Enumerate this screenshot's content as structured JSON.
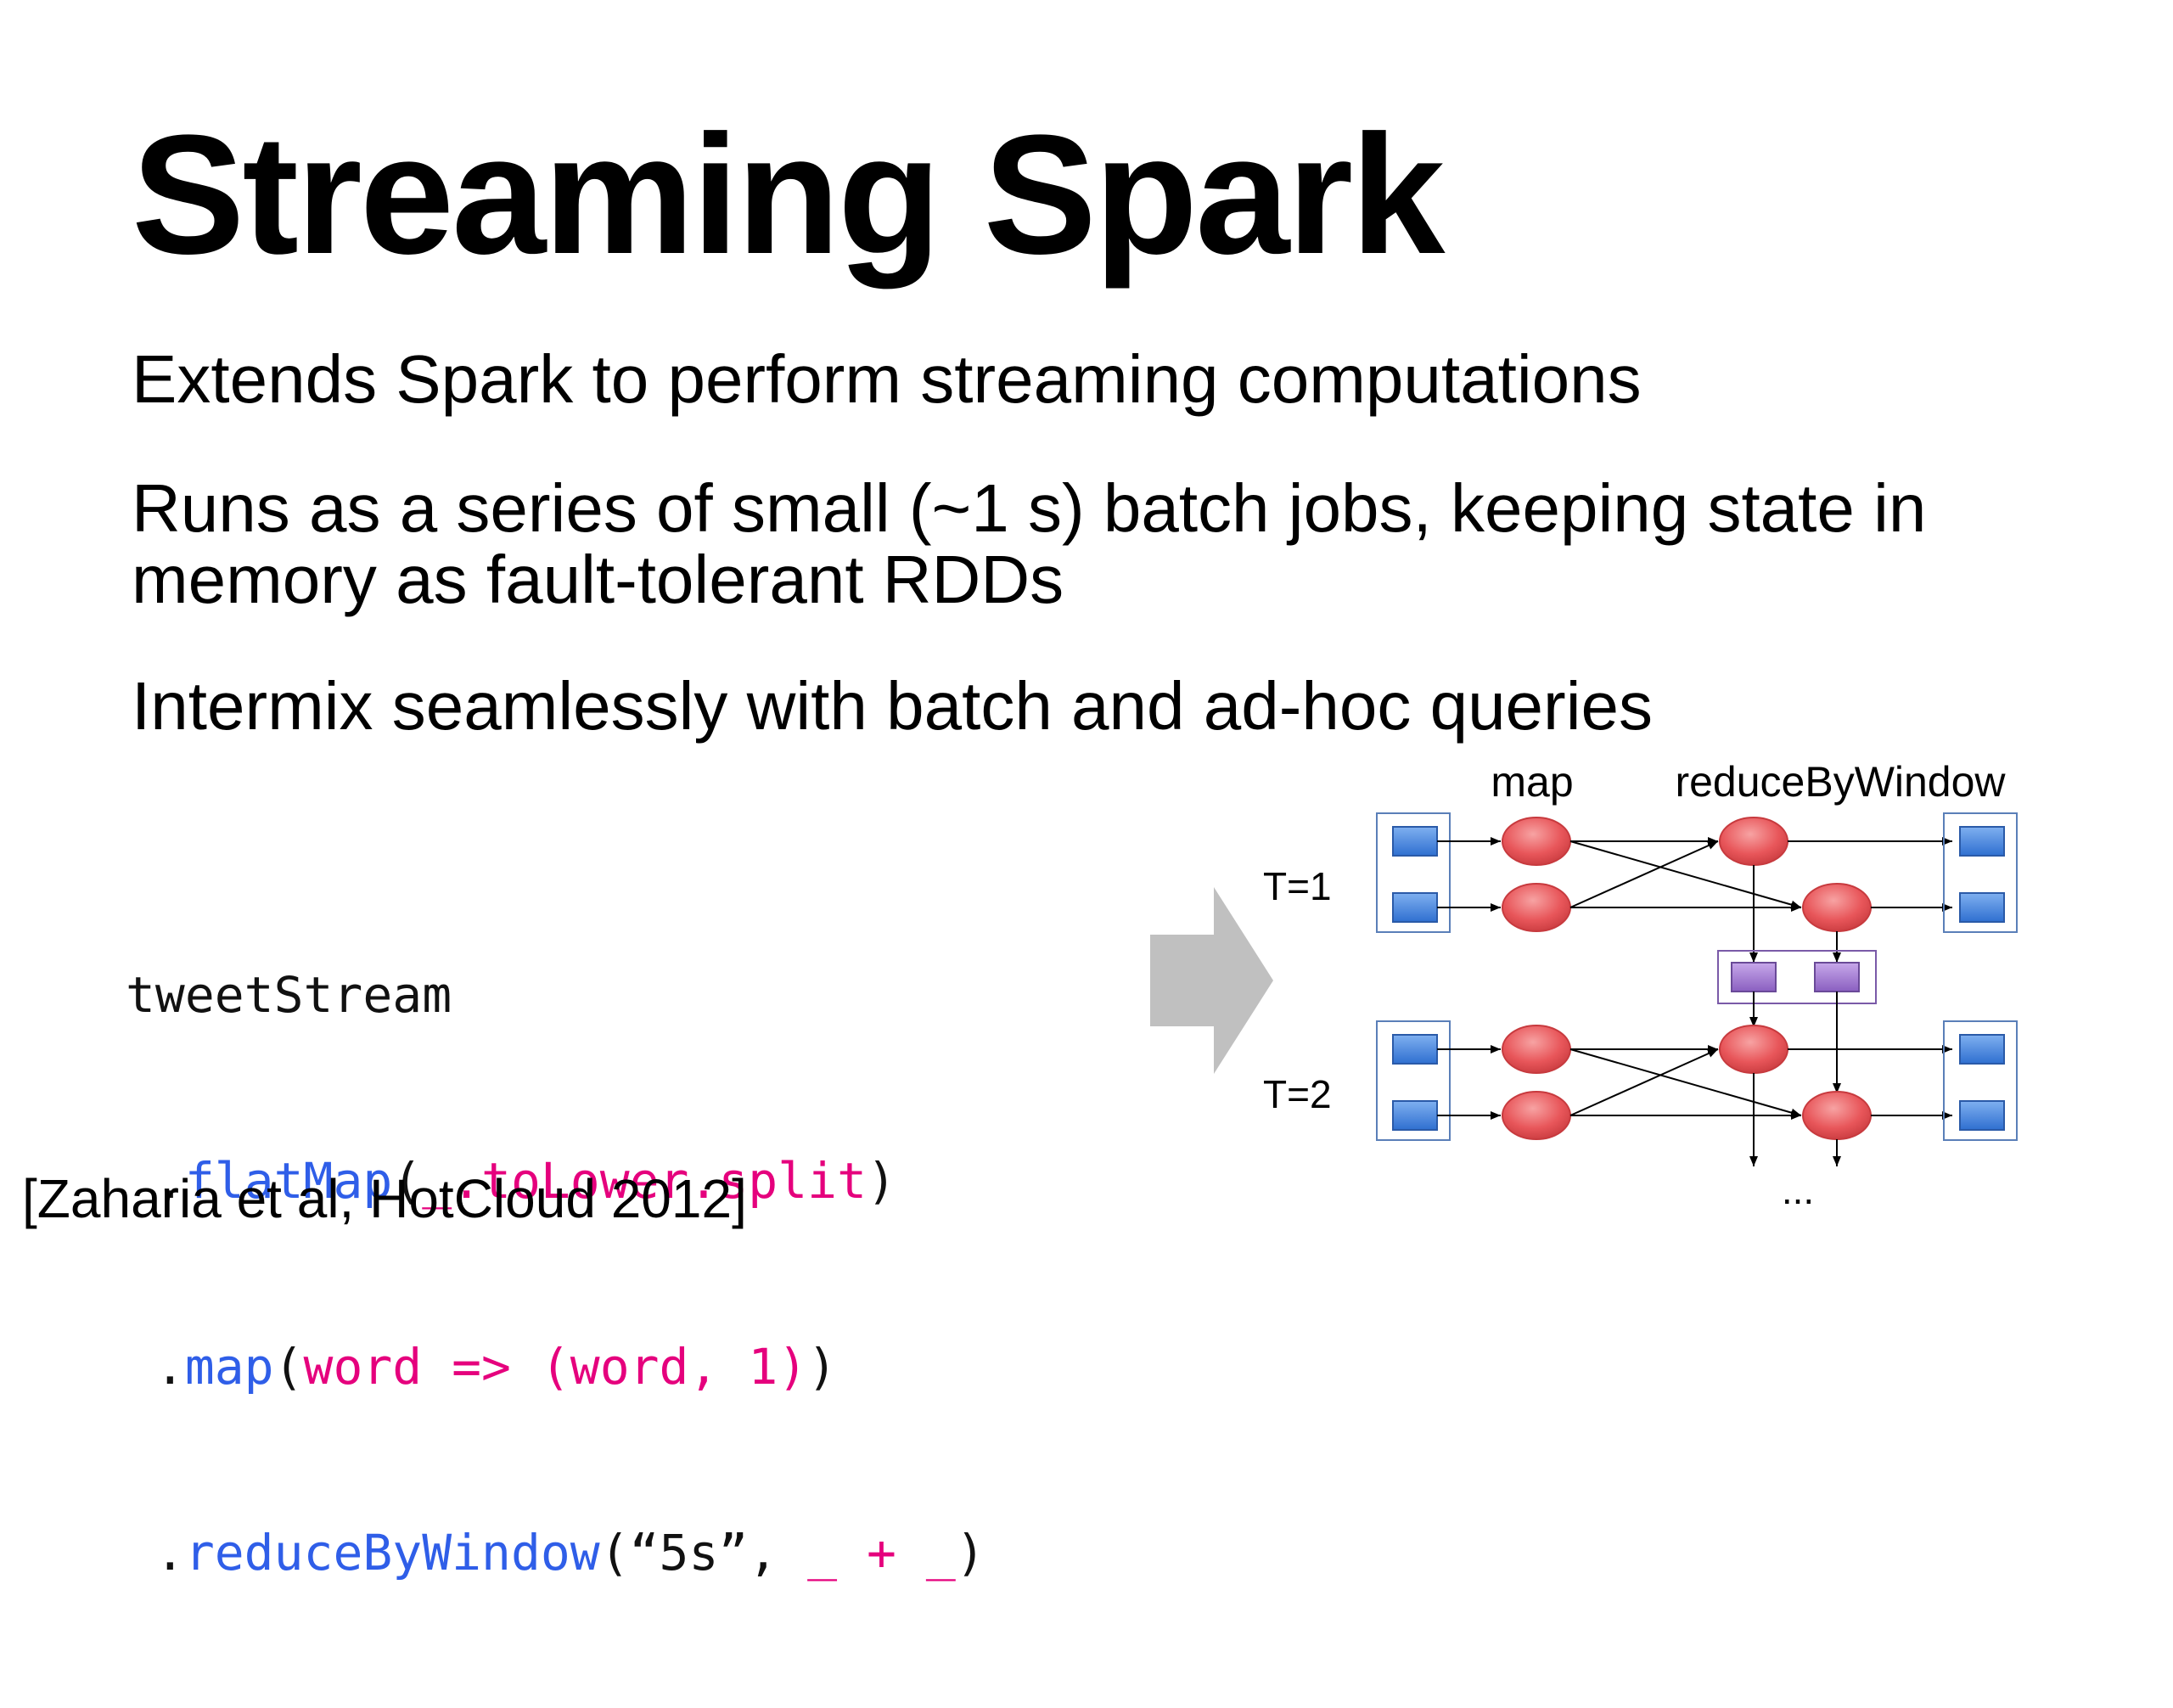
{
  "slide": {
    "title": "Streaming Spark",
    "bullets": [
      "Extends Spark to perform streaming computations",
      "Runs as a series of small (~1 s) batch jobs, keeping state in",
      "memory as fault-tolerant RDDs",
      "Intermix seamlessly with batch and ad-hoc queries"
    ],
    "code": {
      "line1": "tweetStream",
      "line2": {
        "dot": " .",
        "fn": "flatMap",
        "open": "(",
        "arg": "_.toLower.split",
        "close": ")"
      },
      "line3": {
        "dot": " .",
        "fn": "map",
        "open": "(",
        "arg": "word => (word, 1)",
        "close": ")"
      },
      "line4": {
        "dot": " .",
        "fn": "reduceByWindow",
        "open": "(“5s”, ",
        "arg": "_ + _",
        "close": ")"
      }
    },
    "citation": "[Zaharia et al, HotCloud 2012]"
  },
  "diagram": {
    "labels": {
      "map": "map",
      "reduce": "reduceByWindow",
      "t1": "T=1",
      "t2": "T=2",
      "ellipsis": "..."
    },
    "colors": {
      "input_block": "#4a86d8",
      "map_node": "#e8565a",
      "state_block": "#9b72c8",
      "arrow": "#c0c0c0",
      "frame": "#5a7fb8"
    }
  }
}
